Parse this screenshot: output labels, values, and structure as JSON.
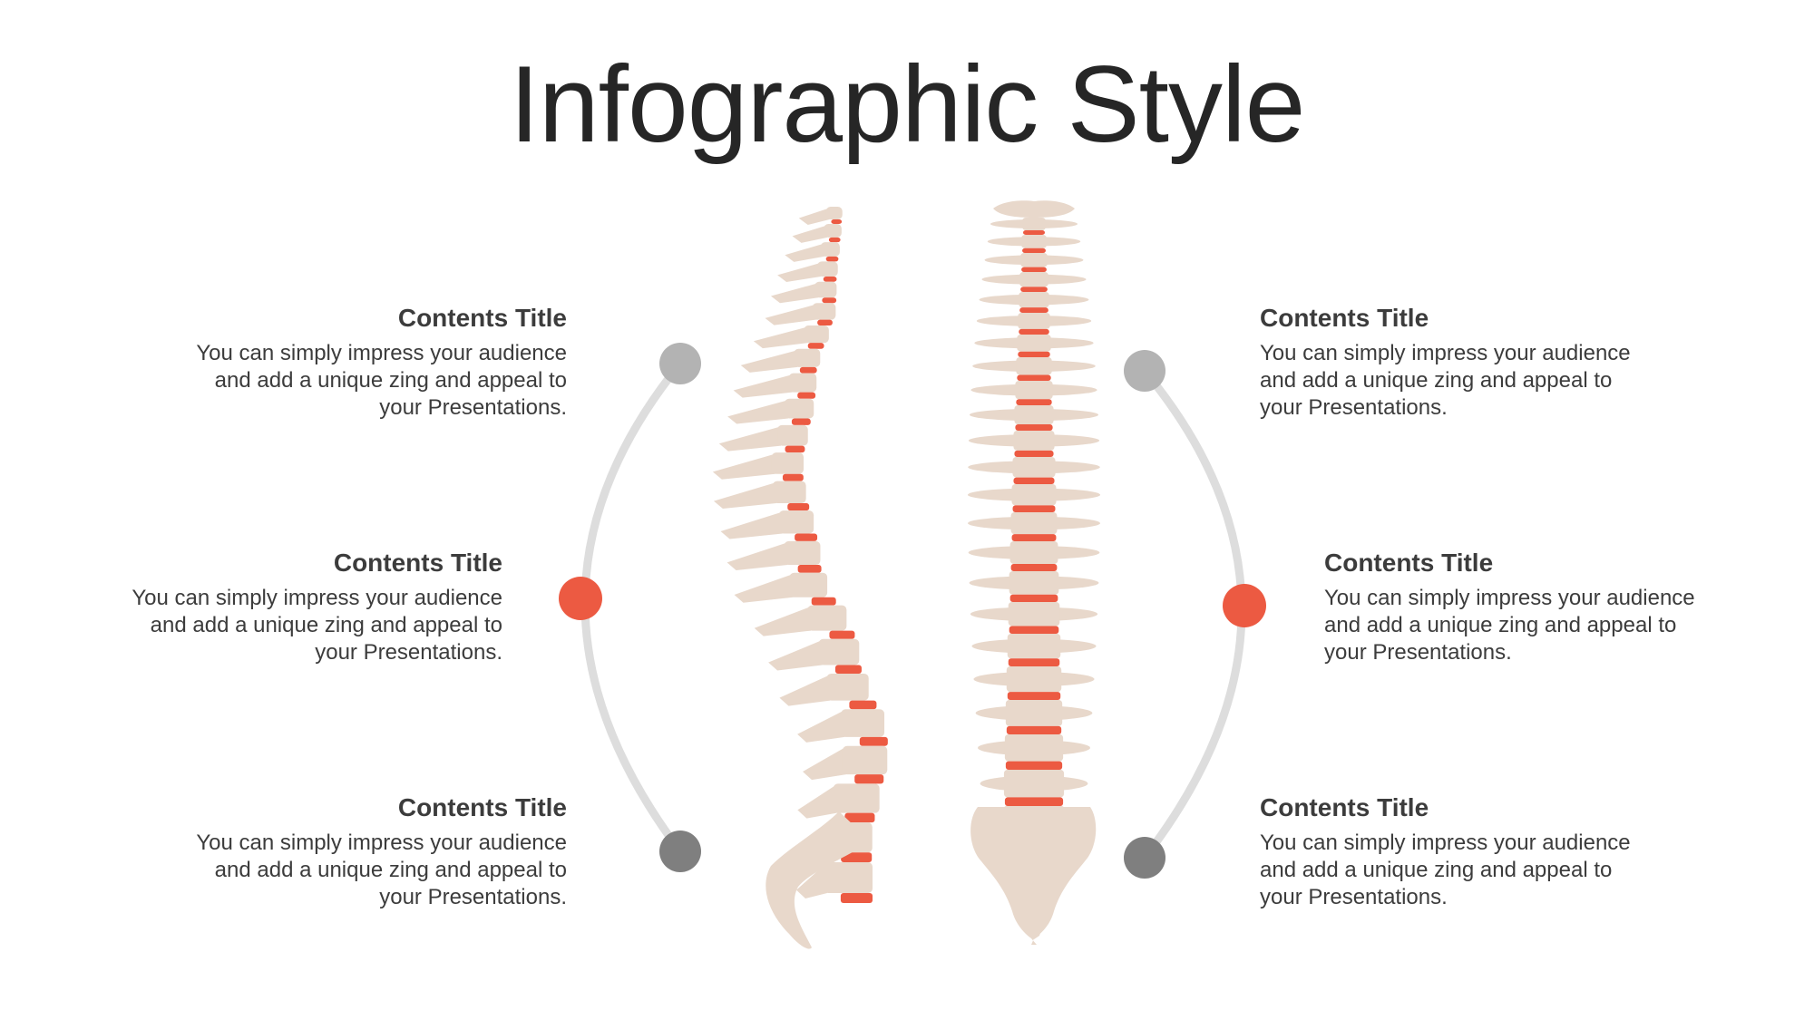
{
  "title": "Infographic Style",
  "colors": {
    "bone": "#e8d8cb",
    "disc": "#ec5a42",
    "arc": "#dddddd",
    "dot_top": "#b3b3b3",
    "dot_mid": "#ec5a42",
    "dot_bottom": "#7f7f7f"
  },
  "blocks": [
    {
      "title": "Contents Title",
      "text_lines": [
        "You can simply impress your audience",
        "and add a unique zing and appeal to",
        "your Presentations."
      ]
    },
    {
      "title": "Contents Title",
      "text_lines": [
        "You can simply impress your audience",
        "and add a unique zing and appeal to",
        "your Presentations."
      ]
    },
    {
      "title": "Contents Title",
      "text_lines": [
        "You can simply impress your audience",
        "and add a unique zing and appeal to",
        "your Presentations."
      ]
    },
    {
      "title": "Contents Title",
      "text_lines": [
        "You can simply impress your audience",
        "and add a unique zing and appeal to",
        "your Presentations."
      ]
    },
    {
      "title": "Contents Title",
      "text_lines": [
        "You can simply impress your audience",
        "and add a unique zing and appeal to",
        "your Presentations."
      ]
    },
    {
      "title": "Contents Title",
      "text_lines": [
        "You can simply impress your audience",
        "and add a unique zing and appeal to",
        "your Presentations."
      ]
    }
  ]
}
